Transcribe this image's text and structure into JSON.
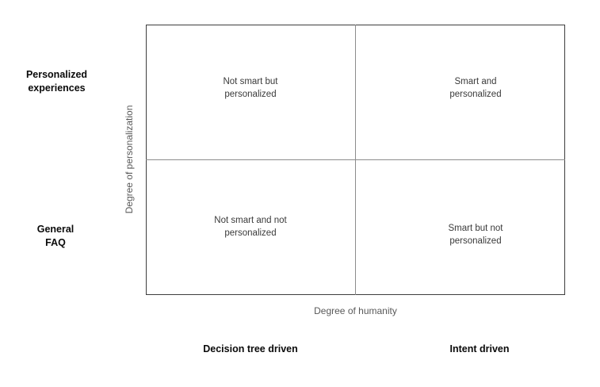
{
  "diagram": {
    "type": "2x2-matrix",
    "axes": {
      "y_label": "Degree of personalization",
      "x_label": "Degree of humanity",
      "y_high_label": "Personalized\nexperiences",
      "y_low_label": "General\nFAQ",
      "x_low_label": "Decision tree driven",
      "x_high_label": "Intent driven"
    },
    "quadrants": {
      "top_left": "Not smart but\npersonalized",
      "top_right": "Smart and\npersonalized",
      "bottom_left": "Not smart and not\npersonalized",
      "bottom_right": "Smart but not\npersonalized"
    },
    "colors": {
      "border": "#3d3d3d",
      "divider": "#8c8c8c",
      "quadrant_text": "#3a3a3a",
      "axis_text": "#595959",
      "category_text": "#0a0a0a",
      "background": "#ffffff"
    }
  }
}
